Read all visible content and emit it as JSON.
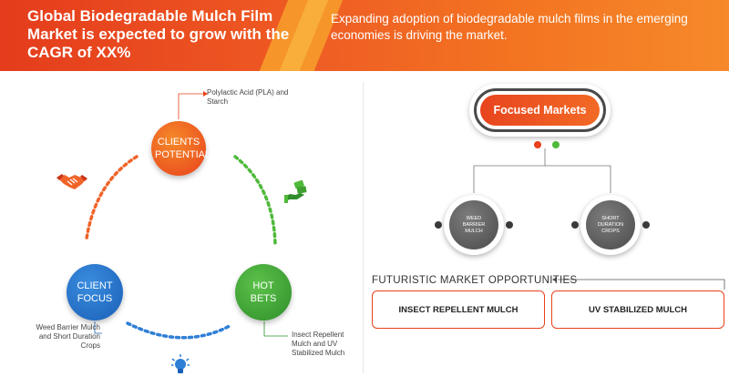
{
  "header": {
    "title": "Global Biodegradable Mulch Film Market is expected to grow with the CAGR of XX%",
    "subtitle": "Expanding adoption of biodegradable mulch films in the emerging economies is driving the market."
  },
  "cycle": {
    "clients_potential": "CLIENTS POTENTIAL",
    "client_focus": "CLIENT FOCUS",
    "hot_bets": "HOT BETS",
    "pla_note": "Polylactic Acid (PLA) and Starch",
    "weed_note": "Weed Barrier Mulch and Short Duration Crops",
    "insect_note": "Insect Repellent Mulch and UV Stabilized Mulch"
  },
  "focused": {
    "title": "Focused Markets",
    "market1": "WEED BARRIER MULCH",
    "market2": "SHORT DURATION CROPS"
  },
  "opportunities": {
    "title": "FUTURISTIC MARKET OPPORTUNITIES",
    "item1": "INSECT REPELLENT MULCH",
    "item2": "UV STABILIZED MULCH"
  },
  "colors": {
    "orange": "#e8451e",
    "blue": "#1a5fb6",
    "green": "#2f8e2a",
    "gray": "#4a4a4a"
  }
}
